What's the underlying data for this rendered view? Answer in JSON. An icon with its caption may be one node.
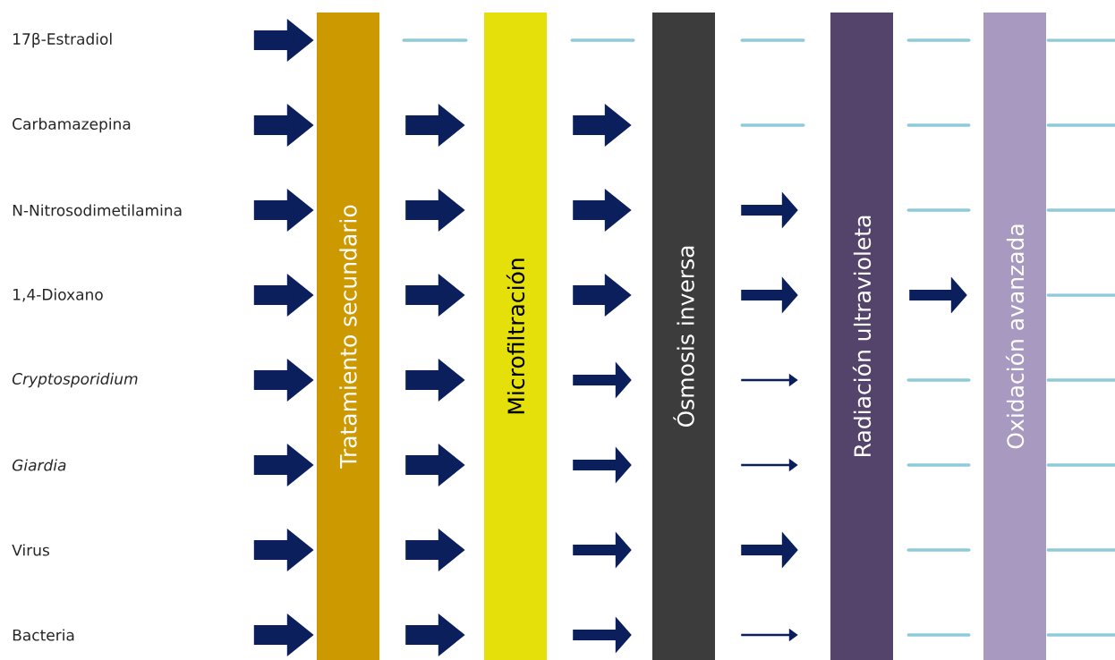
{
  "diagram": {
    "nodes": [
      {
        "text": [
          "17β-Estradiol"
        ]
      },
      {
        "text": [
          "Carbamazepina"
        ]
      },
      {
        "text": [
          "N-Nitrosodimetilamina"
        ]
      },
      {
        "text": [
          "1,4-Dioxano"
        ]
      },
      {
        "text": [
          "Cryptosporidium"
        ]
      },
      {
        "text": [
          "Giardia"
        ]
      },
      {
        "text": [
          "Virus"
        ]
      },
      {
        "text": [
          "Bacteria"
        ]
      },
      {
        "text": [
          "Tratamiento secundario"
        ]
      },
      {
        "text": [
          "Microfiltración"
        ]
      },
      {
        "text": [
          "Ósmosis inversa"
        ]
      },
      {
        "text": [
          "Radiación ultravioleta"
        ]
      },
      {
        "text": [
          "Oxidación avanzada"
        ]
      }
    ],
    "edges": [
      {
        "from": null,
        "to": 8,
        "arrow": "to",
        "style": "thick"
      },
      {
        "from": 8,
        "to": 9,
        "arrow": "none",
        "color": "#8ecbd9"
      },
      {
        "from": 9,
        "to": 10,
        "arrow": "none",
        "color": "#8ecbd9"
      },
      {
        "from": 10,
        "to": 11,
        "arrow": "none",
        "color": "#8ecbd9"
      },
      {
        "from": 11,
        "to": 12,
        "arrow": "none",
        "color": "#8ecbd9"
      },
      {
        "from": 12,
        "to": null,
        "arrow": "none",
        "color": "#8ecbd9"
      },
      {
        "from": null,
        "to": 8,
        "arrow": "to",
        "style": "thick"
      },
      {
        "from": 8,
        "to": 9,
        "arrow": "to",
        "style": "thick"
      },
      {
        "from": 9,
        "to": 10,
        "arrow": "to",
        "style": "thick"
      },
      {
        "from": 10,
        "to": 11,
        "arrow": "none",
        "color": "#8ecbd9"
      },
      {
        "from": 11,
        "to": 12,
        "arrow": "none",
        "color": "#8ecbd9"
      },
      {
        "from": 12,
        "to": null,
        "arrow": "none",
        "color": "#8ecbd9"
      },
      {
        "from": null,
        "to": 8,
        "arrow": "to",
        "style": "thick"
      },
      {
        "from": 8,
        "to": 9,
        "arrow": "to",
        "style": "thick"
      },
      {
        "from": 9,
        "to": 10,
        "arrow": "to",
        "style": "thick"
      },
      {
        "from": 10,
        "to": 11,
        "arrow": "to"
      },
      {
        "from": 11,
        "to": 12,
        "arrow": "none",
        "color": "#8ecbd9"
      },
      {
        "from": 12,
        "to": null,
        "arrow": "none",
        "color": "#8ecbd9"
      },
      {
        "from": null,
        "to": 8,
        "arrow": "to",
        "style": "thick"
      },
      {
        "from": 8,
        "to": 9,
        "arrow": "to",
        "style": "thick"
      },
      {
        "from": 9,
        "to": 10,
        "arrow": "to",
        "style": "thick"
      },
      {
        "from": 10,
        "to": 11,
        "arrow": "to"
      },
      {
        "from": 11,
        "to": 12,
        "arrow": "to"
      },
      {
        "from": 12,
        "to": null,
        "arrow": "none",
        "color": "#8ecbd9"
      },
      {
        "from": null,
        "to": 8,
        "arrow": "to",
        "style": "thick"
      },
      {
        "from": 8,
        "to": 9,
        "arrow": "to",
        "style": "thick"
      },
      {
        "from": 9,
        "to": 10,
        "arrow": "to"
      },
      {
        "from": 10,
        "to": 11,
        "arrow": "to"
      },
      {
        "from": 11,
        "to": 12,
        "arrow": "none",
        "color": "#8ecbd9"
      },
      {
        "from": 12,
        "to": null,
        "arrow": "none",
        "color": "#8ecbd9"
      },
      {
        "from": null,
        "to": 8,
        "arrow": "to",
        "style": "thick"
      },
      {
        "from": 8,
        "to": 9,
        "arrow": "to",
        "style": "thick"
      },
      {
        "from": 9,
        "to": 10,
        "arrow": "to"
      },
      {
        "from": 10,
        "to": 11,
        "arrow": "to"
      },
      {
        "from": 11,
        "to": 12,
        "arrow": "none",
        "color": "#8ecbd9"
      },
      {
        "from": 12,
        "to": null,
        "arrow": "none",
        "color": "#8ecbd9"
      },
      {
        "from": null,
        "to": 8,
        "arrow": "to",
        "style": "thick"
      },
      {
        "from": 8,
        "to": 9,
        "arrow": "to",
        "style": "thick"
      },
      {
        "from": 9,
        "to": 10,
        "arrow": "to"
      },
      {
        "from": 10,
        "to": 11,
        "arrow": "to"
      },
      {
        "from": 11,
        "to": 12,
        "arrow": "none",
        "color": "#8ecbd9"
      },
      {
        "from": 12,
        "to": null,
        "arrow": "none",
        "color": "#8ecbd9"
      },
      {
        "from": null,
        "to": 8,
        "arrow": "to",
        "style": "thick"
      },
      {
        "from": 8,
        "to": 9,
        "arrow": "to",
        "style": "thick"
      },
      {
        "from": 9,
        "to": 10,
        "arrow": "to"
      },
      {
        "from": 10,
        "to": 11,
        "arrow": "to"
      },
      {
        "from": 11,
        "to": 12,
        "arrow": "none",
        "color": "#8ecbd9"
      },
      {
        "from": 12,
        "to": null,
        "arrow": "none",
        "color": "#8ecbd9"
      }
    ]
  }
}
